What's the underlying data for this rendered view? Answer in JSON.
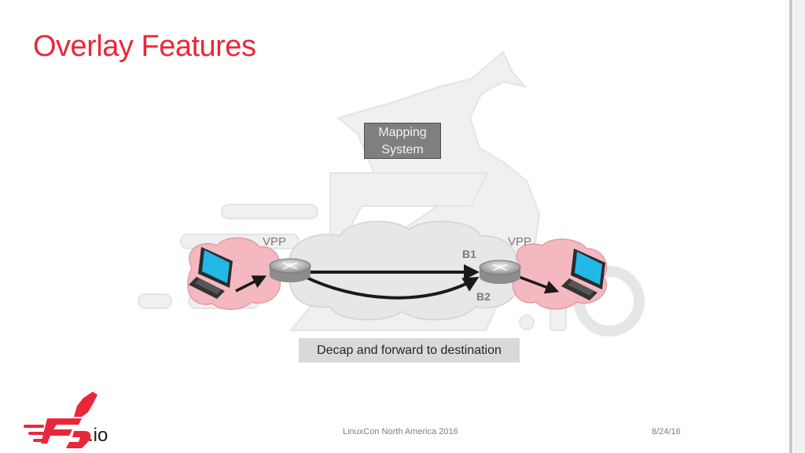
{
  "slide": {
    "title": "Overlay Features",
    "mapping_system": {
      "line1": "Mapping",
      "line2": "System"
    },
    "left_router_label": "VPP",
    "right_router_label": "VPP",
    "path_b1": "B1",
    "path_b2": "B2",
    "caption": "Decap and forward to destination",
    "footer_center": "LinuxCon North America 2016",
    "footer_date": "8/24/16",
    "logo_suffix": ".io"
  },
  "colors": {
    "title": "#e8283a",
    "site_cloud": "#f4b8c0",
    "core_cloud": "#e7e7e7",
    "watermark": "#f0f0f0",
    "mapping_box": "#7f7f7f"
  },
  "icons": [
    "fdio-watermark-logo",
    "fdio-logo",
    "router-icon",
    "computer-icon",
    "cloud-icon"
  ]
}
